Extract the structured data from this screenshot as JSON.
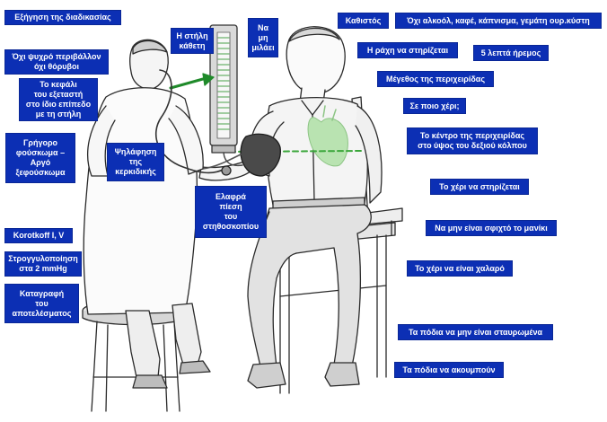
{
  "colors": {
    "label_bg": "#0c2fb4",
    "label_text": "#ffffff",
    "arrow": "#1f8a2a",
    "center_line": "#3aa63a",
    "heart": "#b9e3b1"
  },
  "icons": [
    "stethoscope-icon",
    "sphygmomanometer-icon",
    "heart-icon",
    "arrow-icon"
  ],
  "labels": {
    "explain_procedure": "Εξήγηση της διαδικασίας",
    "cool_environment": "Όχι ψυχρό περιβάλλον\nόχι θόρυβοι",
    "examiner_head": "Το κεφάλι\nτου εξεταστή\nστο ίδιο επίπεδο\nμε τη στήλη",
    "inflate_deflate": "Γρήγορο\nφούσκωμα –\nΑργό\nξεφούσκωμα",
    "korotkoff": "Korotkoff I, V",
    "rounding": "Στρογγυλοποίηση\nστα 2 mmHg",
    "record_result": "Καταγραφή\nτου\nαποτελέσματος",
    "column_vertical": "Η στήλη\nκάθετη",
    "not_talk": "Να\nμη\nμιλάει",
    "radial_palpation": "Ψηλάφηση\nτης\nκερκιδικής",
    "light_pressure": "Ελαφρά\nπίεση\nτου\nστηθοσκοπίου",
    "seated": "Καθιστός",
    "no_alcohol": "Όχι αλκοόλ, καφέ, κάπνισμα, γεμάτη ουρ.κύστη",
    "back_supported": "Η ράχη να στηρίζεται",
    "rest_5min": "5 λεπτά ήρεμος",
    "cuff_size": "Μέγεθος της περιχειρίδας",
    "which_arm": "Σε ποιο χέρι;",
    "cuff_center": "Το κέντρο της περιχειρίδας\nστο ύψος του δεξιού κόλπου",
    "arm_supported": "Το χέρι να στηρίζεται",
    "sleeve_not_tight": "Να μην είναι σφιχτό το μανίκι",
    "arm_relaxed": "Το χέρι να είναι χαλαρό",
    "legs_not_crossed": "Τα πόδια να μην είναι σταυρωμένα",
    "feet_on_floor": "Τα πόδια να ακουμπούν"
  }
}
